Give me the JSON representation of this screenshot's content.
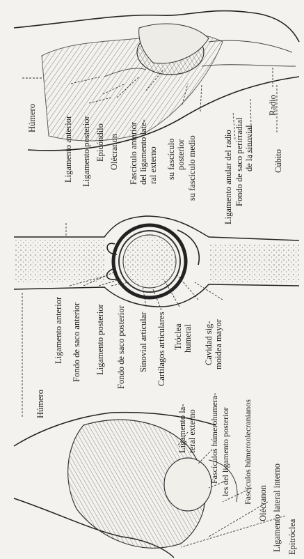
{
  "figures": [
    {
      "labels": [
        "Húmero",
        "Ligamento anterior",
        "Ligamento posterior",
        "Epicóndilo",
        "Olécranon",
        "Fascículo anterior",
        "del ligamento late-",
        "ral externo",
        "su fascículo",
        "posterior",
        "su fascículo medio",
        "Ligamento anular del radio",
        "Fondo de saco perirradial",
        "de la sinovial",
        "Radio",
        "Cúbito"
      ]
    },
    {
      "labels": [
        "Húmero",
        "Ligamento anterior",
        "Fondo de saco anterior",
        "Ligamento posterior",
        "Fondo de saco posterior",
        "Sinovial articular",
        "Cartílagos articulares",
        "Tróclea",
        "humeral",
        "Cavidad sig-",
        "moidea mayor"
      ]
    },
    {
      "labels": [
        "Ligamento la-",
        "teral externo",
        "Fascículos húmerohumera-",
        "les del ligamento posterior",
        "Fascículos húmeroolecranianos",
        "Olécranon",
        "Ligamento lateral interno",
        "Epitróclea"
      ]
    }
  ]
}
